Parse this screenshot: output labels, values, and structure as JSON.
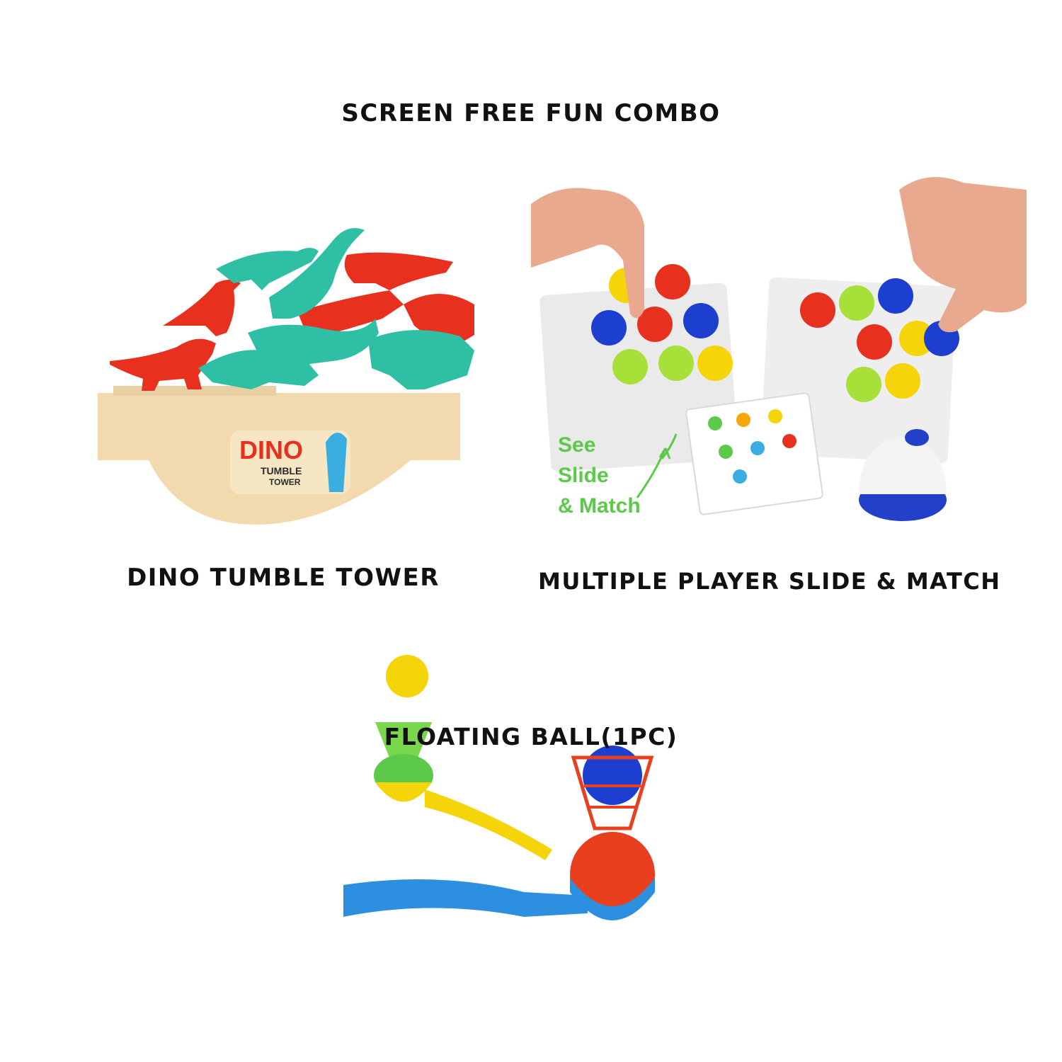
{
  "title": "SCREEN FREE FUN COMBO",
  "products": [
    {
      "caption": "DINO TUMBLE TOWER",
      "logo_text": [
        "DINO",
        "TUMBLE",
        "TOWER"
      ]
    },
    {
      "caption": "MULTIPLE PLAYER SLIDE & MATCH",
      "overlay_text": [
        "See",
        "Slide",
        "& Match"
      ]
    },
    {
      "caption": "FLOATING BALL(1PC)"
    }
  ],
  "colors": {
    "caption_text": "#111111",
    "dino_red": "#e8301f",
    "dino_teal": "#2fbfa5",
    "base_beige": "#f2d9ae",
    "match_green": "#5cc94a",
    "pipe_blue": "#2c8fe0"
  }
}
